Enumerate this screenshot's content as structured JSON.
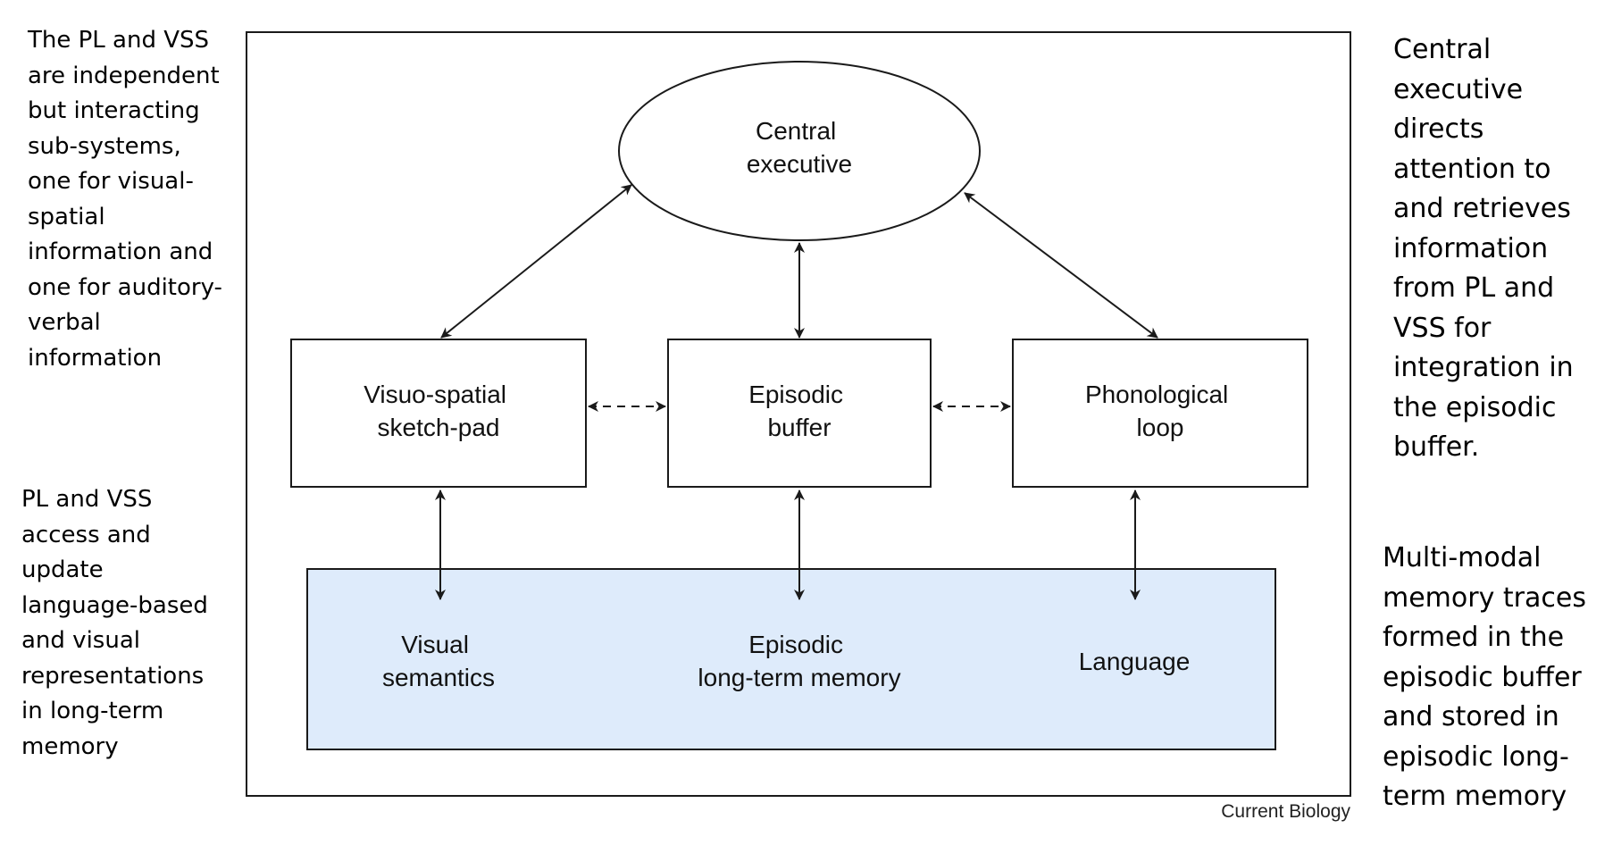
{
  "annotations": {
    "top_left": "The PL and VSS are independent but interacting sub-systems, one for visual-spatial information and one for auditory-verbal information",
    "bottom_left": "PL and VSS access and update language-based and visual representations in long-term memory",
    "top_right": "Central executive directs attention to and retrieves information from PL and VSS for integration in the episodic buffer.",
    "bottom_right": "Multi-modal memory traces formed in the episodic buffer and stored in episodic long-term memory"
  },
  "diagram": {
    "central_executive": [
      "Central",
      "executive"
    ],
    "visuo_spatial": [
      "Visuo-spatial",
      "sketch-pad"
    ],
    "episodic_buffer": [
      "Episodic",
      "buffer"
    ],
    "phonological_loop": [
      "Phonological",
      "loop"
    ],
    "visual_semantics": [
      "Visual",
      "semantics"
    ],
    "episodic_ltm": [
      "Episodic",
      "long-term memory"
    ],
    "language": "Language",
    "credit": "Current Biology"
  },
  "colors": {
    "ltm_fill": "#deebfb",
    "stroke": "#1a1a1a"
  }
}
